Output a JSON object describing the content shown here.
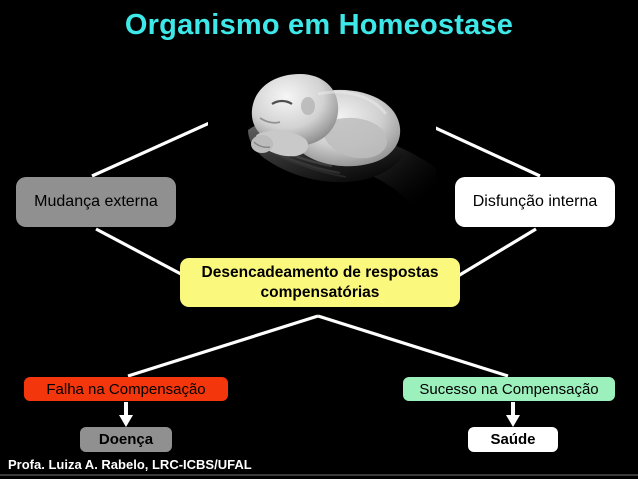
{
  "slide": {
    "title": "Organismo em Homeostase",
    "background_color": "#000000",
    "title_color": "#3FE8E8"
  },
  "photo": {
    "alt": "newborn-baby-cradled-in-hands-photo"
  },
  "nodes": {
    "mudanca_externa": {
      "label": "Mudança externa",
      "fill": "#909090",
      "text_color": "#000000"
    },
    "disfuncao_interna": {
      "label": "Disfunção interna",
      "fill": "#FFFFFF",
      "text_color": "#000000"
    },
    "desencadeamento": {
      "line1": "Desencadeamento de respostas",
      "line2": "compensatórias",
      "fill": "#FBF87E",
      "text_color": "#000000"
    },
    "falha": {
      "label": "Falha na Compensação",
      "fill": "#F4360C",
      "text_color": "#000000"
    },
    "sucesso": {
      "label": "Sucesso na Compensação",
      "fill": "#9BF0BC",
      "text_color": "#000000"
    },
    "doenca": {
      "label": "Doença",
      "fill": "#909090",
      "text_color": "#000000"
    },
    "saude": {
      "label": "Saúde",
      "fill": "#FFFFFF",
      "text_color": "#000000"
    }
  },
  "connectors": {
    "color": "#FFFFFF",
    "items": [
      "apex-to-mudanca-externa",
      "apex-to-disfuncao-interna",
      "mudanca-externa-to-desencadeamento",
      "disfuncao-interna-to-desencadeamento",
      "desencadeamento-to-falha",
      "desencadeamento-to-sucesso",
      "falha-to-doenca-arrow",
      "sucesso-to-saude-arrow"
    ]
  },
  "footer": {
    "credit": "Profa. Luiza A. Rabelo, LRC-ICBS/UFAL"
  }
}
